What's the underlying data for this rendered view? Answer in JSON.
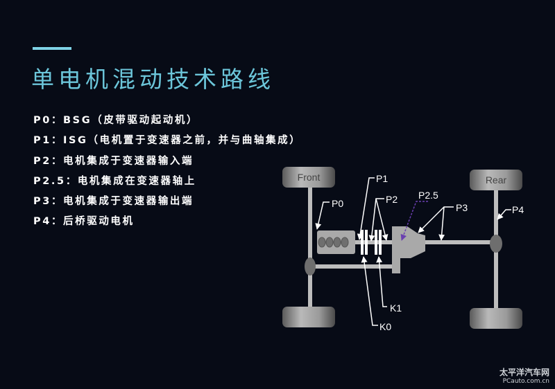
{
  "slide": {
    "title": "单电机混动技术路线",
    "items": [
      "P0：BSG（皮带驱动起动机）",
      "P1：ISG（电机置于变速器之前，并与曲轴集成）",
      "P2：电机集成于变速器输入端",
      "P2.5：电机集成在变速器轴上",
      "P3：电机集成于变速器输出端",
      "P4：后桥驱动电机"
    ]
  },
  "diagram": {
    "front_label": "Front",
    "rear_label": "Rear",
    "labels": {
      "p0": "P0",
      "p1": "P1",
      "p2": "P2",
      "p25": "P2.5",
      "p3": "P3",
      "p4": "P4",
      "k1": "K1",
      "k0": "K0"
    },
    "colors": {
      "accent": "#6cc6da",
      "p25_arrow": "#6a3fb0"
    }
  },
  "watermark": {
    "name": "太平洋汽车网",
    "domain": "PCauto.com.cn"
  }
}
